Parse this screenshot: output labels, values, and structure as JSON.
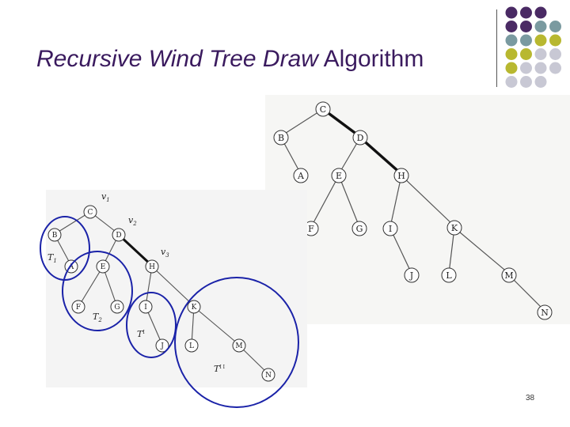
{
  "slide": {
    "title_italic": "Recursive Wind Tree Draw",
    "title_plain": "Algorithm",
    "page_number": "38"
  },
  "colors": {
    "title": "#3a1a5e",
    "dot_purple": "#4a2a64",
    "dot_teal": "#7a9aa0",
    "dot_olive": "#b8b830",
    "dot_gray": "#c8c8d4",
    "circle_blue": "#1a22a8"
  },
  "tree_left": {
    "nodes": [
      "C",
      "D",
      "B",
      "A",
      "E",
      "H",
      "F",
      "G",
      "I",
      "K",
      "J",
      "L",
      "M",
      "N"
    ],
    "labels": {
      "v1": "v",
      "v1_sub": "1",
      "v2": "v",
      "v2_sub": "2",
      "v3": "v",
      "v3_sub": "3",
      "T1": "T",
      "T1_sub": "1",
      "T2": "T",
      "T2_sub": "2",
      "Tp": "T",
      "Tp_sup": "I",
      "Tpp": "T",
      "Tpp_sup": "I I"
    }
  },
  "tree_right": {
    "nodes": [
      "C",
      "B",
      "D",
      "A",
      "E",
      "H",
      "F",
      "G",
      "I",
      "K",
      "J",
      "L",
      "M",
      "N"
    ]
  }
}
